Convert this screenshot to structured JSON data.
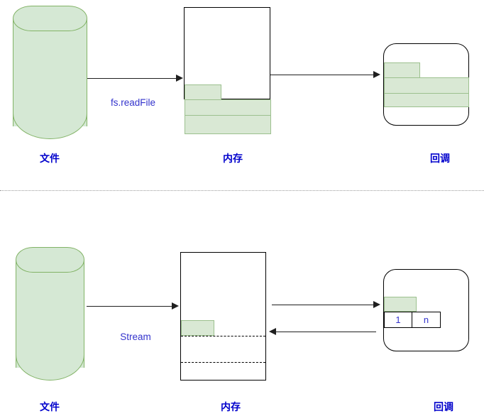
{
  "diagram": {
    "title": "Node.js fs.readFile vs Stream file reading comparison",
    "colors": {
      "cylinder_fill": "#d5e8d4",
      "cylinder_stroke": "#82b366",
      "bar_fill": "#d9e8d4",
      "bar_stroke": "#9cc08e",
      "label_text": "#0000cc",
      "edge_text": "#3333cc",
      "stroke": "#000000",
      "separator": "#9a9a9a"
    },
    "sections": [
      {
        "id": "readfile-flow",
        "nodes": {
          "file": {
            "label": "文件",
            "shape": "cylinder"
          },
          "memory": {
            "label": "内存",
            "shape": "rectangle"
          },
          "callback": {
            "label": "回调",
            "shape": "rounded-rectangle"
          }
        },
        "edges": [
          {
            "id": "file-to-memory",
            "label": "fs.readFile",
            "direction": "right"
          },
          {
            "id": "memory-to-callback",
            "label": "",
            "direction": "right"
          }
        ],
        "memory_bars": 3,
        "callback_bars": 3
      },
      {
        "id": "stream-flow",
        "nodes": {
          "file": {
            "label": "文件",
            "shape": "cylinder"
          },
          "memory": {
            "label": "内存",
            "shape": "rectangle"
          },
          "callback": {
            "label": "回调",
            "shape": "rounded-rectangle"
          }
        },
        "edges": [
          {
            "id": "file-to-memory",
            "label": "Stream",
            "direction": "right"
          },
          {
            "id": "memory-to-callback",
            "label": "",
            "direction": "right"
          },
          {
            "id": "callback-to-memory",
            "label": "",
            "direction": "left"
          }
        ],
        "memory_bars": 1,
        "memory_dashed_lines": 2,
        "callback_bars": 1,
        "chunks": [
          {
            "label": "1"
          },
          {
            "label": "n"
          }
        ]
      }
    ]
  }
}
